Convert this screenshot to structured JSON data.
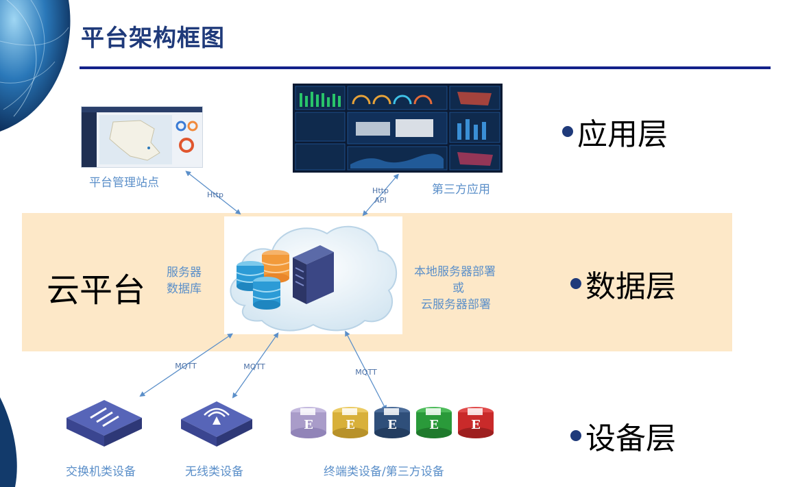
{
  "title": "平台架构框图",
  "layers": {
    "app": "应用层",
    "data": "数据层",
    "device": "设备层"
  },
  "cloud_platform": "云平台",
  "server_db": [
    "服务器",
    "数据库"
  ],
  "deploy": [
    "本地服务器部署",
    "或",
    "云服务器部署"
  ],
  "app_items": {
    "admin_site": "平台管理站点",
    "third_party_app": "第三方应用"
  },
  "protocols": {
    "http_left": "Http",
    "http_right": [
      "Http",
      "API"
    ],
    "mqtt_1": "MQTT",
    "mqtt_2": "MQTT",
    "mqtt_3": "MQTT"
  },
  "devices": {
    "switch": "交换机类设备",
    "wireless": "无线类设备",
    "terminal": "终端类设备/第三方设备"
  },
  "terminal_icon_letter": "E",
  "colors": {
    "title": "#1f3a7a",
    "rule": "#13218a",
    "band": "#fde8c8",
    "label_blue": "#5b8fc9",
    "arrow": "#5b8fc9",
    "device_icon": "#4a56a8",
    "terminal_colors": [
      "#a99cc9",
      "#d8b03a",
      "#2f4f7a",
      "#2a9a3a",
      "#c92a2a"
    ]
  }
}
